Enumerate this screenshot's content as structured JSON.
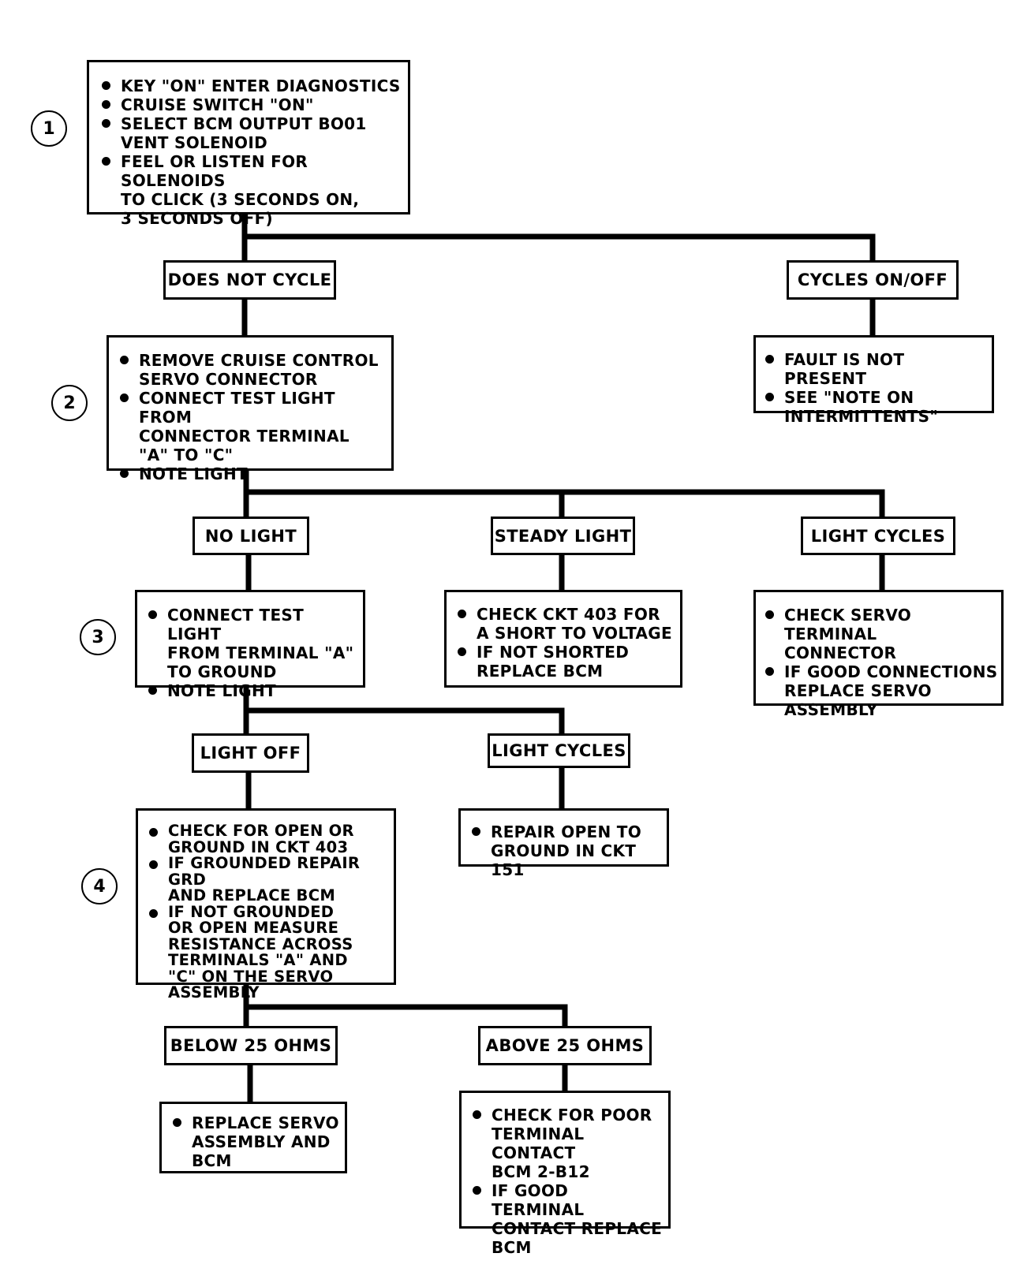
{
  "steps": [
    "1",
    "2",
    "3",
    "4"
  ],
  "nodes": {
    "step1_box": [
      "KEY \"ON\" ENTER DIAGNOSTICS",
      "CRUISE SWITCH \"ON\"",
      "SELECT BCM OUTPUT BO01\nVENT SOLENOID",
      "FEEL OR LISTEN FOR SOLENOIDS\nTO CLICK (3 SECONDS ON,\n3 SECONDS OFF)"
    ],
    "does_not_cycle": "DOES NOT CYCLE",
    "cycles_on_off": "CYCLES ON/OFF",
    "fault_box": [
      "FAULT IS NOT PRESENT",
      "SEE \"NOTE ON\nINTERMITTENTS\""
    ],
    "step2_box": [
      "REMOVE CRUISE CONTROL\nSERVO CONNECTOR",
      "CONNECT TEST LIGHT FROM\nCONNECTOR TERMINAL\n\"A\" TO \"C\"",
      "NOTE LIGHT"
    ],
    "no_light": "NO LIGHT",
    "steady_light": "STEADY LIGHT",
    "light_cycles_1": "LIGHT CYCLES",
    "step3_box": [
      "CONNECT TEST LIGHT\nFROM TERMINAL \"A\"\nTO GROUND",
      "NOTE LIGHT"
    ],
    "steady_box": [
      "CHECK CKT 403 FOR\nA SHORT TO VOLTAGE",
      "IF NOT SHORTED\nREPLACE BCM"
    ],
    "servo_box": [
      "CHECK SERVO TERMINAL\nCONNECTOR",
      "IF GOOD CONNECTIONS\nREPLACE SERVO\nASSEMBLY"
    ],
    "light_off": "LIGHT OFF",
    "light_cycles_2": "LIGHT CYCLES",
    "step4_box": [
      "CHECK FOR OPEN OR\nGROUND IN CKT 403",
      "IF GROUNDED REPAIR GRD\nAND REPLACE BCM",
      "IF NOT GROUNDED\nOR OPEN MEASURE\nRESISTANCE ACROSS\nTERMINALS \"A\" AND\n\"C\" ON THE SERVO\nASSEMBLY"
    ],
    "repair_box": [
      "REPAIR OPEN TO\nGROUND IN CKT 151"
    ],
    "below_25": "BELOW 25 OHMS",
    "above_25": "ABOVE 25 OHMS",
    "replace_servo_box": [
      "REPLACE SERVO\nASSEMBLY AND\nBCM"
    ],
    "poor_contact_box": [
      "CHECK FOR POOR\nTERMINAL CONTACT\nBCM 2-B12",
      "IF GOOD TERMINAL\nCONTACT REPLACE\nBCM"
    ]
  }
}
